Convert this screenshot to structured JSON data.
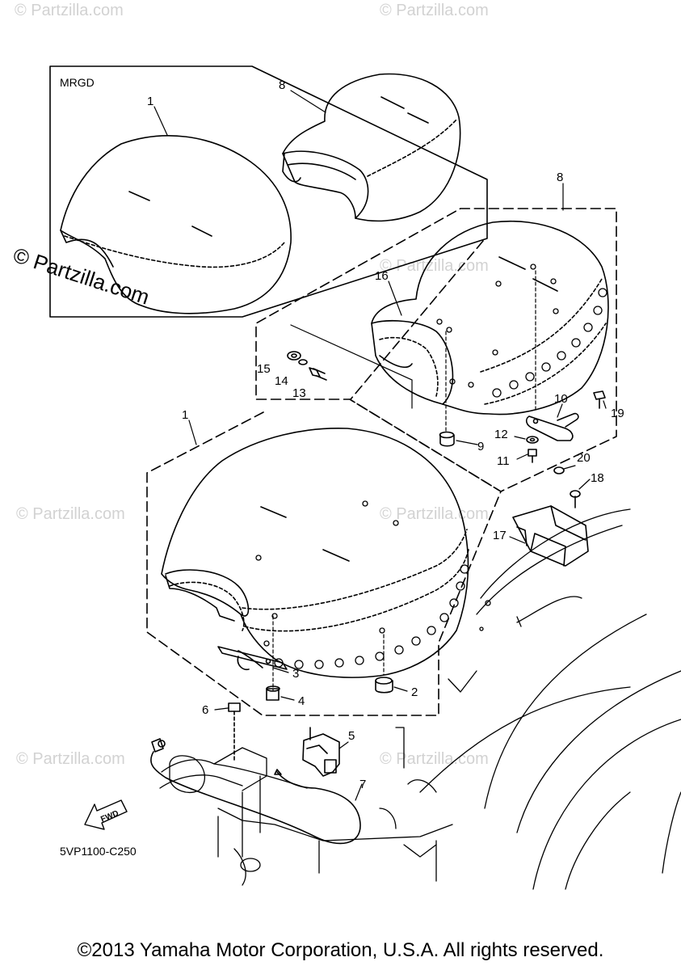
{
  "watermark_text": "© Partzilla.com",
  "variant_label": "MRGD",
  "diagram_code": "5VP1100-C250",
  "fwd_label": "FWD",
  "copyright": "©2013 Yamaha Motor Corporation, U.S.A. All rights reserved.",
  "callouts": {
    "c1a": "1",
    "c8a": "8",
    "c8b": "8",
    "c16": "16",
    "c15": "15",
    "c14": "14",
    "c13": "13",
    "c1b": "1",
    "c10": "10",
    "c19": "19",
    "c12": "12",
    "c9": "9",
    "c11": "11",
    "c20": "20",
    "c18": "18",
    "c17": "17",
    "c3": "3",
    "c4": "4",
    "c2": "2",
    "c6": "6",
    "c5": "5",
    "c7": "7"
  }
}
